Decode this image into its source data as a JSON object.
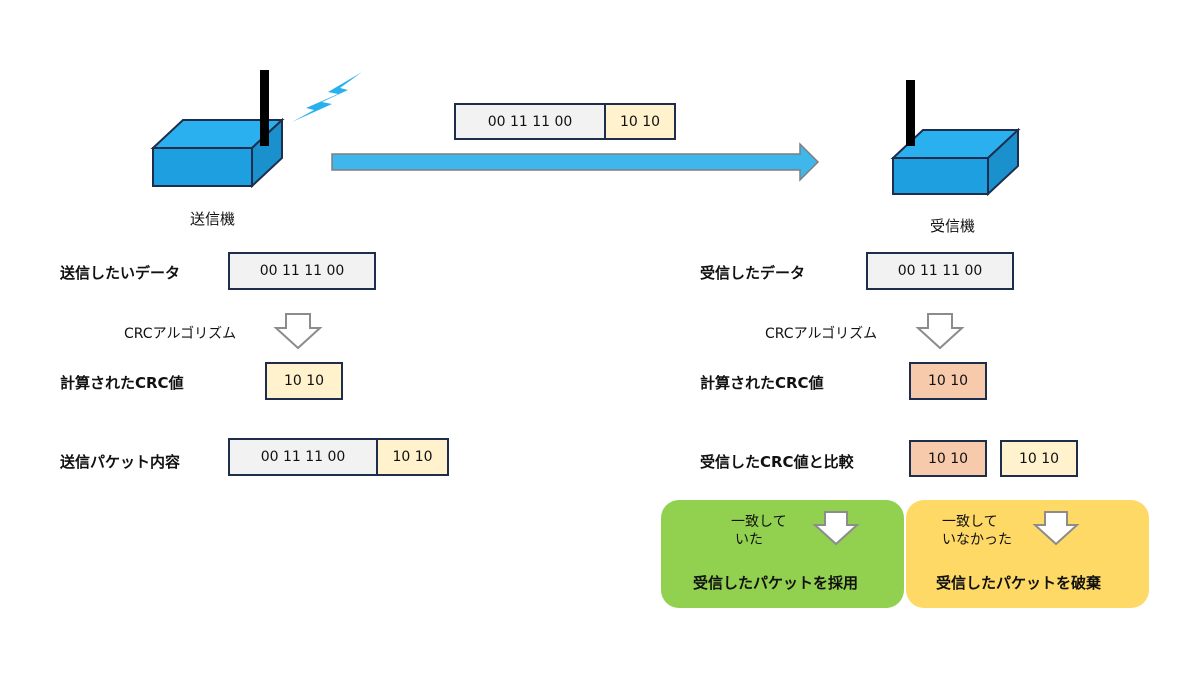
{
  "sender": {
    "device_label": "送信機",
    "data_label": "送信したいデータ",
    "data_value": "00 11 11 00",
    "algorithm_label": "CRCアルゴリズム",
    "crc_label": "計算されたCRC値",
    "crc_value": "10 10",
    "packet_label": "送信パケット内容",
    "packet_data": "00 11 11 00",
    "packet_crc": "10 10"
  },
  "transmission": {
    "packet_data": "00 11 11 00",
    "packet_crc": "10 10"
  },
  "receiver": {
    "device_label": "受信機",
    "data_label": "受信したデータ",
    "data_value": "00 11 11 00",
    "algorithm_label": "CRCアルゴリズム",
    "crc_label": "計算されたCRC値",
    "crc_value": "10 10",
    "compare_label": "受信したCRC値と比較",
    "compare_calculated": "10 10",
    "compare_received": "10 10"
  },
  "outcomes": {
    "match": {
      "condition_line1": "一致して",
      "condition_line2": "いた",
      "result": "受信したパケットを採用"
    },
    "mismatch": {
      "condition_line1": "一致して",
      "condition_line2": "いなかった",
      "result": "受信したパケットを破棄"
    }
  },
  "colors": {
    "device_front": "#1ea0e0",
    "device_top": "#2ab0ee",
    "device_side": "#1a90cc",
    "arrow": "#3fb7ea",
    "match_panel": "#92d050",
    "mismatch_panel": "#ffd966"
  }
}
